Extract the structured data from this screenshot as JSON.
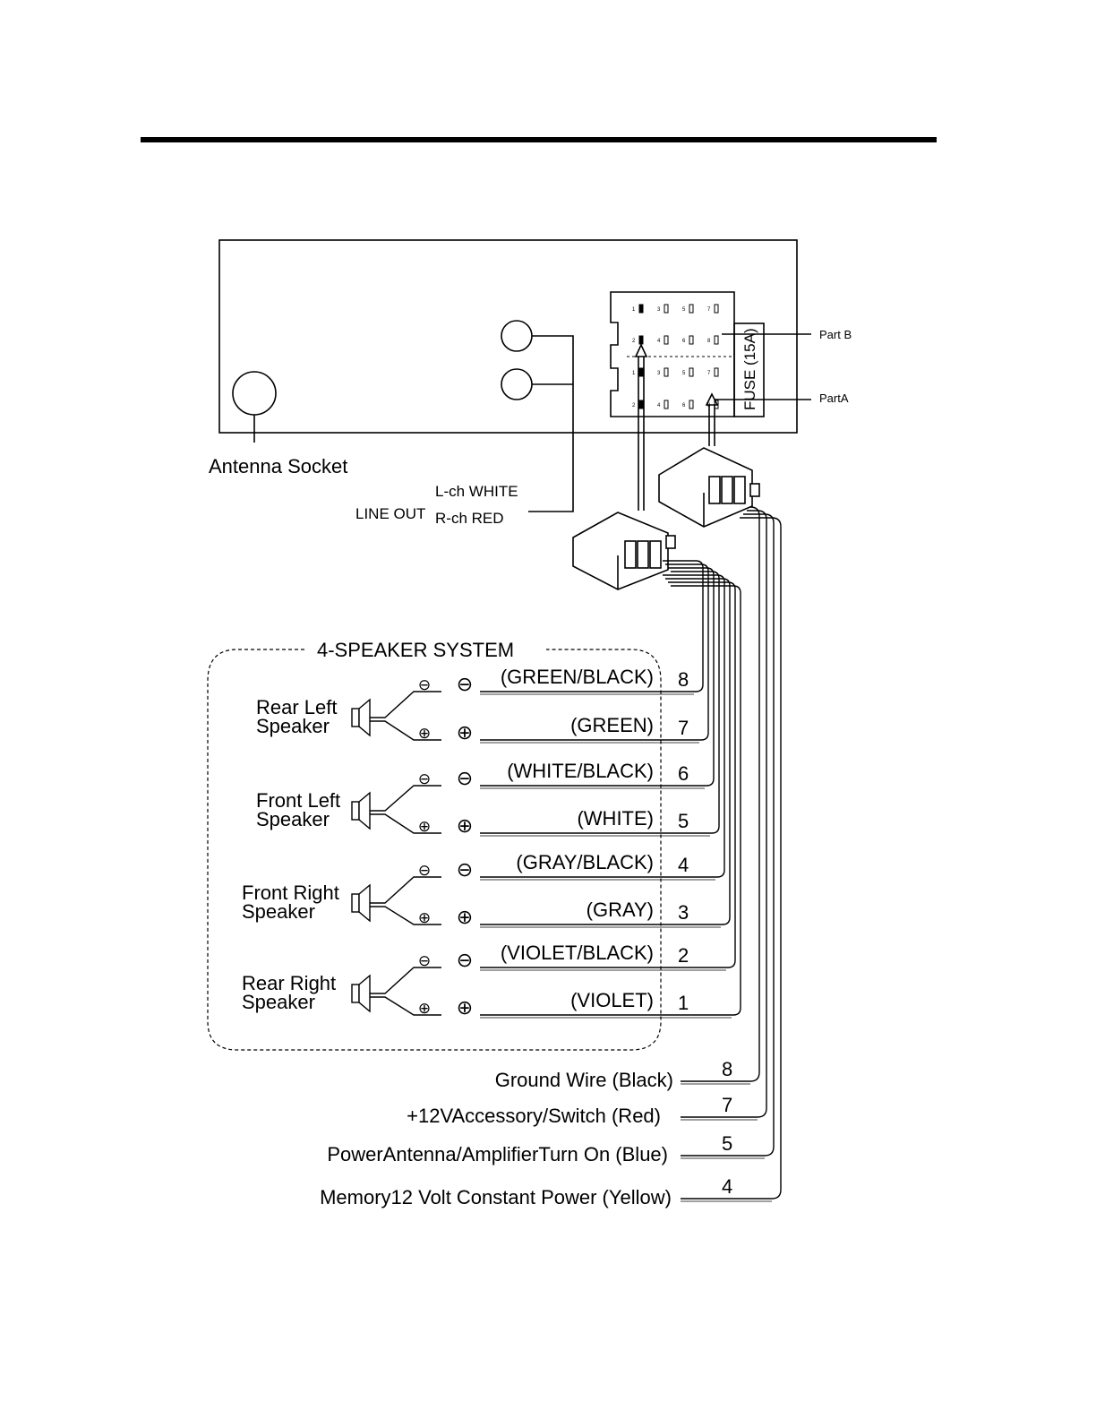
{
  "unit_panel": {
    "antenna_socket_label": "Antenna Socket",
    "line_out": {
      "label": "LINE OUT",
      "left_channel": "L-ch WHITE",
      "right_channel": "R-ch RED"
    },
    "fuse_label": "FUSE (15A)",
    "part_b_label": "Part B",
    "part_a_label": "PartA",
    "pin_numbers": {
      "top": [
        "1",
        "3",
        "5",
        "7"
      ],
      "bottom": [
        "2",
        "4",
        "6",
        "8"
      ]
    }
  },
  "speaker_system": {
    "title": "4-SPEAKER SYSTEM",
    "minus_symbol": "⊖",
    "plus_symbol": "⊕",
    "speakers": [
      {
        "name": "Rear Left",
        "sub": "Speaker"
      },
      {
        "name": "Front Left",
        "sub": "Speaker"
      },
      {
        "name": "Front Right",
        "sub": "Speaker"
      },
      {
        "name": "Rear Right",
        "sub": "Speaker"
      }
    ],
    "wires": [
      {
        "color": "(GREEN/BLACK)",
        "pin": "8"
      },
      {
        "color": "(GREEN)",
        "pin": "7"
      },
      {
        "color": "(WHITE/BLACK)",
        "pin": "6"
      },
      {
        "color": "(WHITE)",
        "pin": "5"
      },
      {
        "color": "(GRAY/BLACK)",
        "pin": "4"
      },
      {
        "color": "(GRAY)",
        "pin": "3"
      },
      {
        "color": "(VIOLET/BLACK)",
        "pin": "2"
      },
      {
        "color": "(VIOLET)",
        "pin": "1"
      }
    ]
  },
  "power_wires": [
    {
      "label": "Ground Wire (Black)",
      "pin": "8"
    },
    {
      "label": "+12VAccessory/Switch (Red)",
      "pin": "7"
    },
    {
      "label": "PowerAntenna/AmplifierTurn On (Blue)",
      "pin": "5"
    },
    {
      "label": "Memory12 Volt Constant Power (Yellow)",
      "pin": "4"
    }
  ]
}
